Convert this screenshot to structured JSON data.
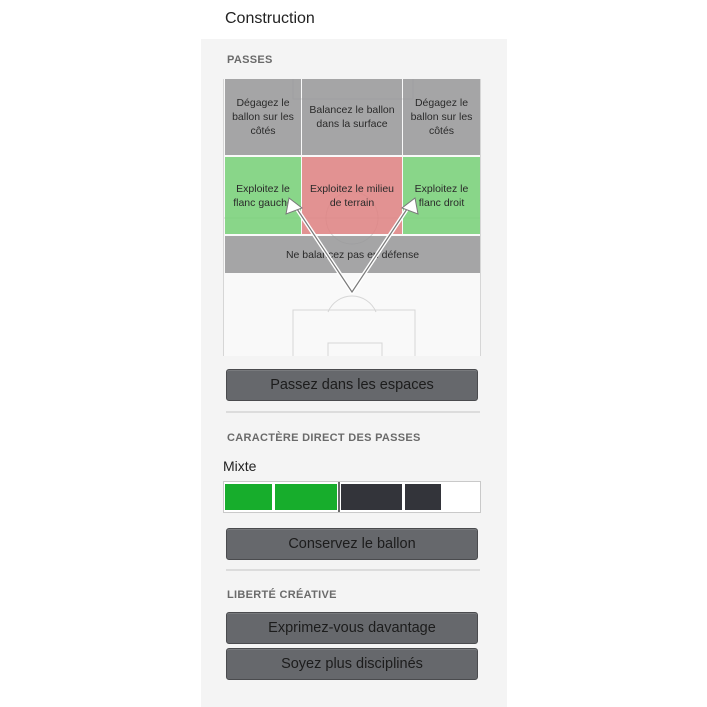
{
  "header": {
    "title": "Construction"
  },
  "passes": {
    "section_label": "PASSES",
    "zones": {
      "top_left": "Dégagez le ballon sur les côtés",
      "top_center": "Balancez le ballon dans la surface",
      "top_right": "Dégagez le ballon sur les côtés",
      "mid_left": "Exploitez le flanc gauche",
      "mid_center": "Exploitez le milieu de terrain",
      "mid_right": "Exploitez le flanc droit",
      "bottom": "Ne balancez pas en défense"
    },
    "zone_colors": {
      "neutral": "#969698",
      "selected": "#76d076",
      "emphasis": "#de8080"
    },
    "button": "Passez dans les espaces"
  },
  "directness": {
    "section_label": "CARACTÈRE DIRECT DES PASSES",
    "value_label": "Mixte",
    "level": 0.45,
    "colors": {
      "active": "#17ad2c",
      "inactive": "#33343a"
    },
    "button": "Conservez le ballon"
  },
  "creative": {
    "section_label": "LIBERTÉ CRÉATIVE",
    "button_more": "Exprimez-vous davantage",
    "button_less": "Soyez plus disciplinés"
  }
}
